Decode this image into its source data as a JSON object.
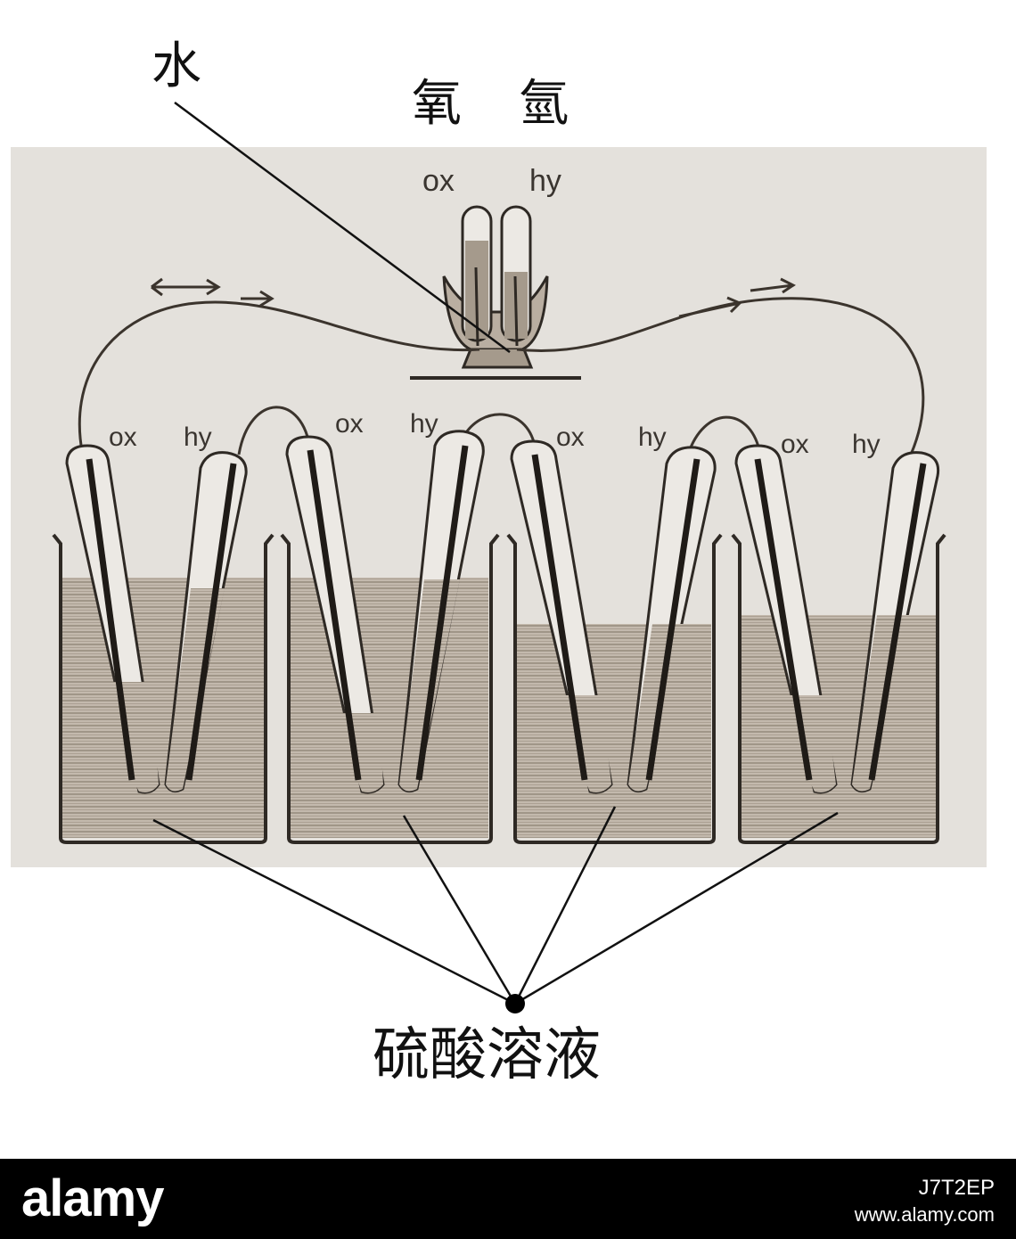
{
  "labels": {
    "water": "水",
    "oxygen": "氧",
    "hydrogen": "氫",
    "ox": "ox",
    "hy": "hy",
    "solution": "硫酸溶液"
  },
  "colors": {
    "panel": "#e4e1dc",
    "liquid": "#b9aea1",
    "ink": "#2e2924",
    "footer": "#000000"
  },
  "footer": {
    "brand": "alamy",
    "image_id": "J7T2EP",
    "url": "www.alamy.com"
  }
}
